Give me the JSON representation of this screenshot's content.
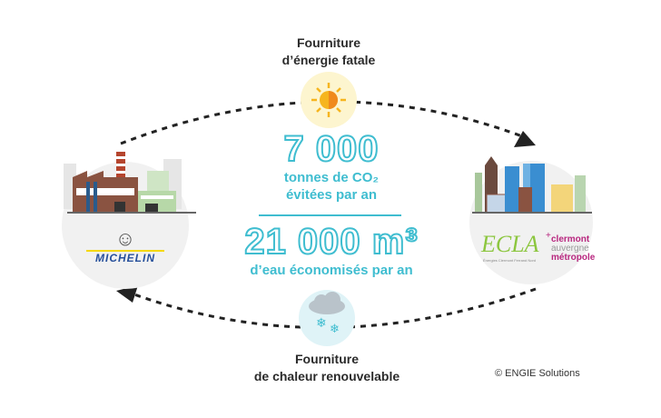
{
  "top_label": {
    "line1": "Fourniture",
    "line2": "d’énergie fatale"
  },
  "bottom_label": {
    "line1": "Fourniture",
    "line2": "de chaleur renouvelable"
  },
  "stat1": {
    "value": "7 000",
    "line1": "tonnes de CO₂",
    "line2": "évitées par an"
  },
  "stat2": {
    "value": "21 000 m³",
    "line1": "d’eau économisés par an"
  },
  "left": {
    "logo": "MICHELIN"
  },
  "right": {
    "logo1": "ECLA",
    "logo1_sub": "Énergies Clermont Ferrand Nord",
    "plus": "+",
    "logo2": [
      "clermont",
      "auvergne",
      "métropole"
    ]
  },
  "copyright": "© ENGIE Solutions",
  "colors": {
    "accent": "#3fbdd0",
    "michelin_blue": "#27509b",
    "metropole": "#b8277f",
    "ecla_green": "#8cc63f"
  },
  "icons": [
    "sun-icon",
    "snowflake-cloud-icon",
    "factory-illustration",
    "city-illustration"
  ]
}
